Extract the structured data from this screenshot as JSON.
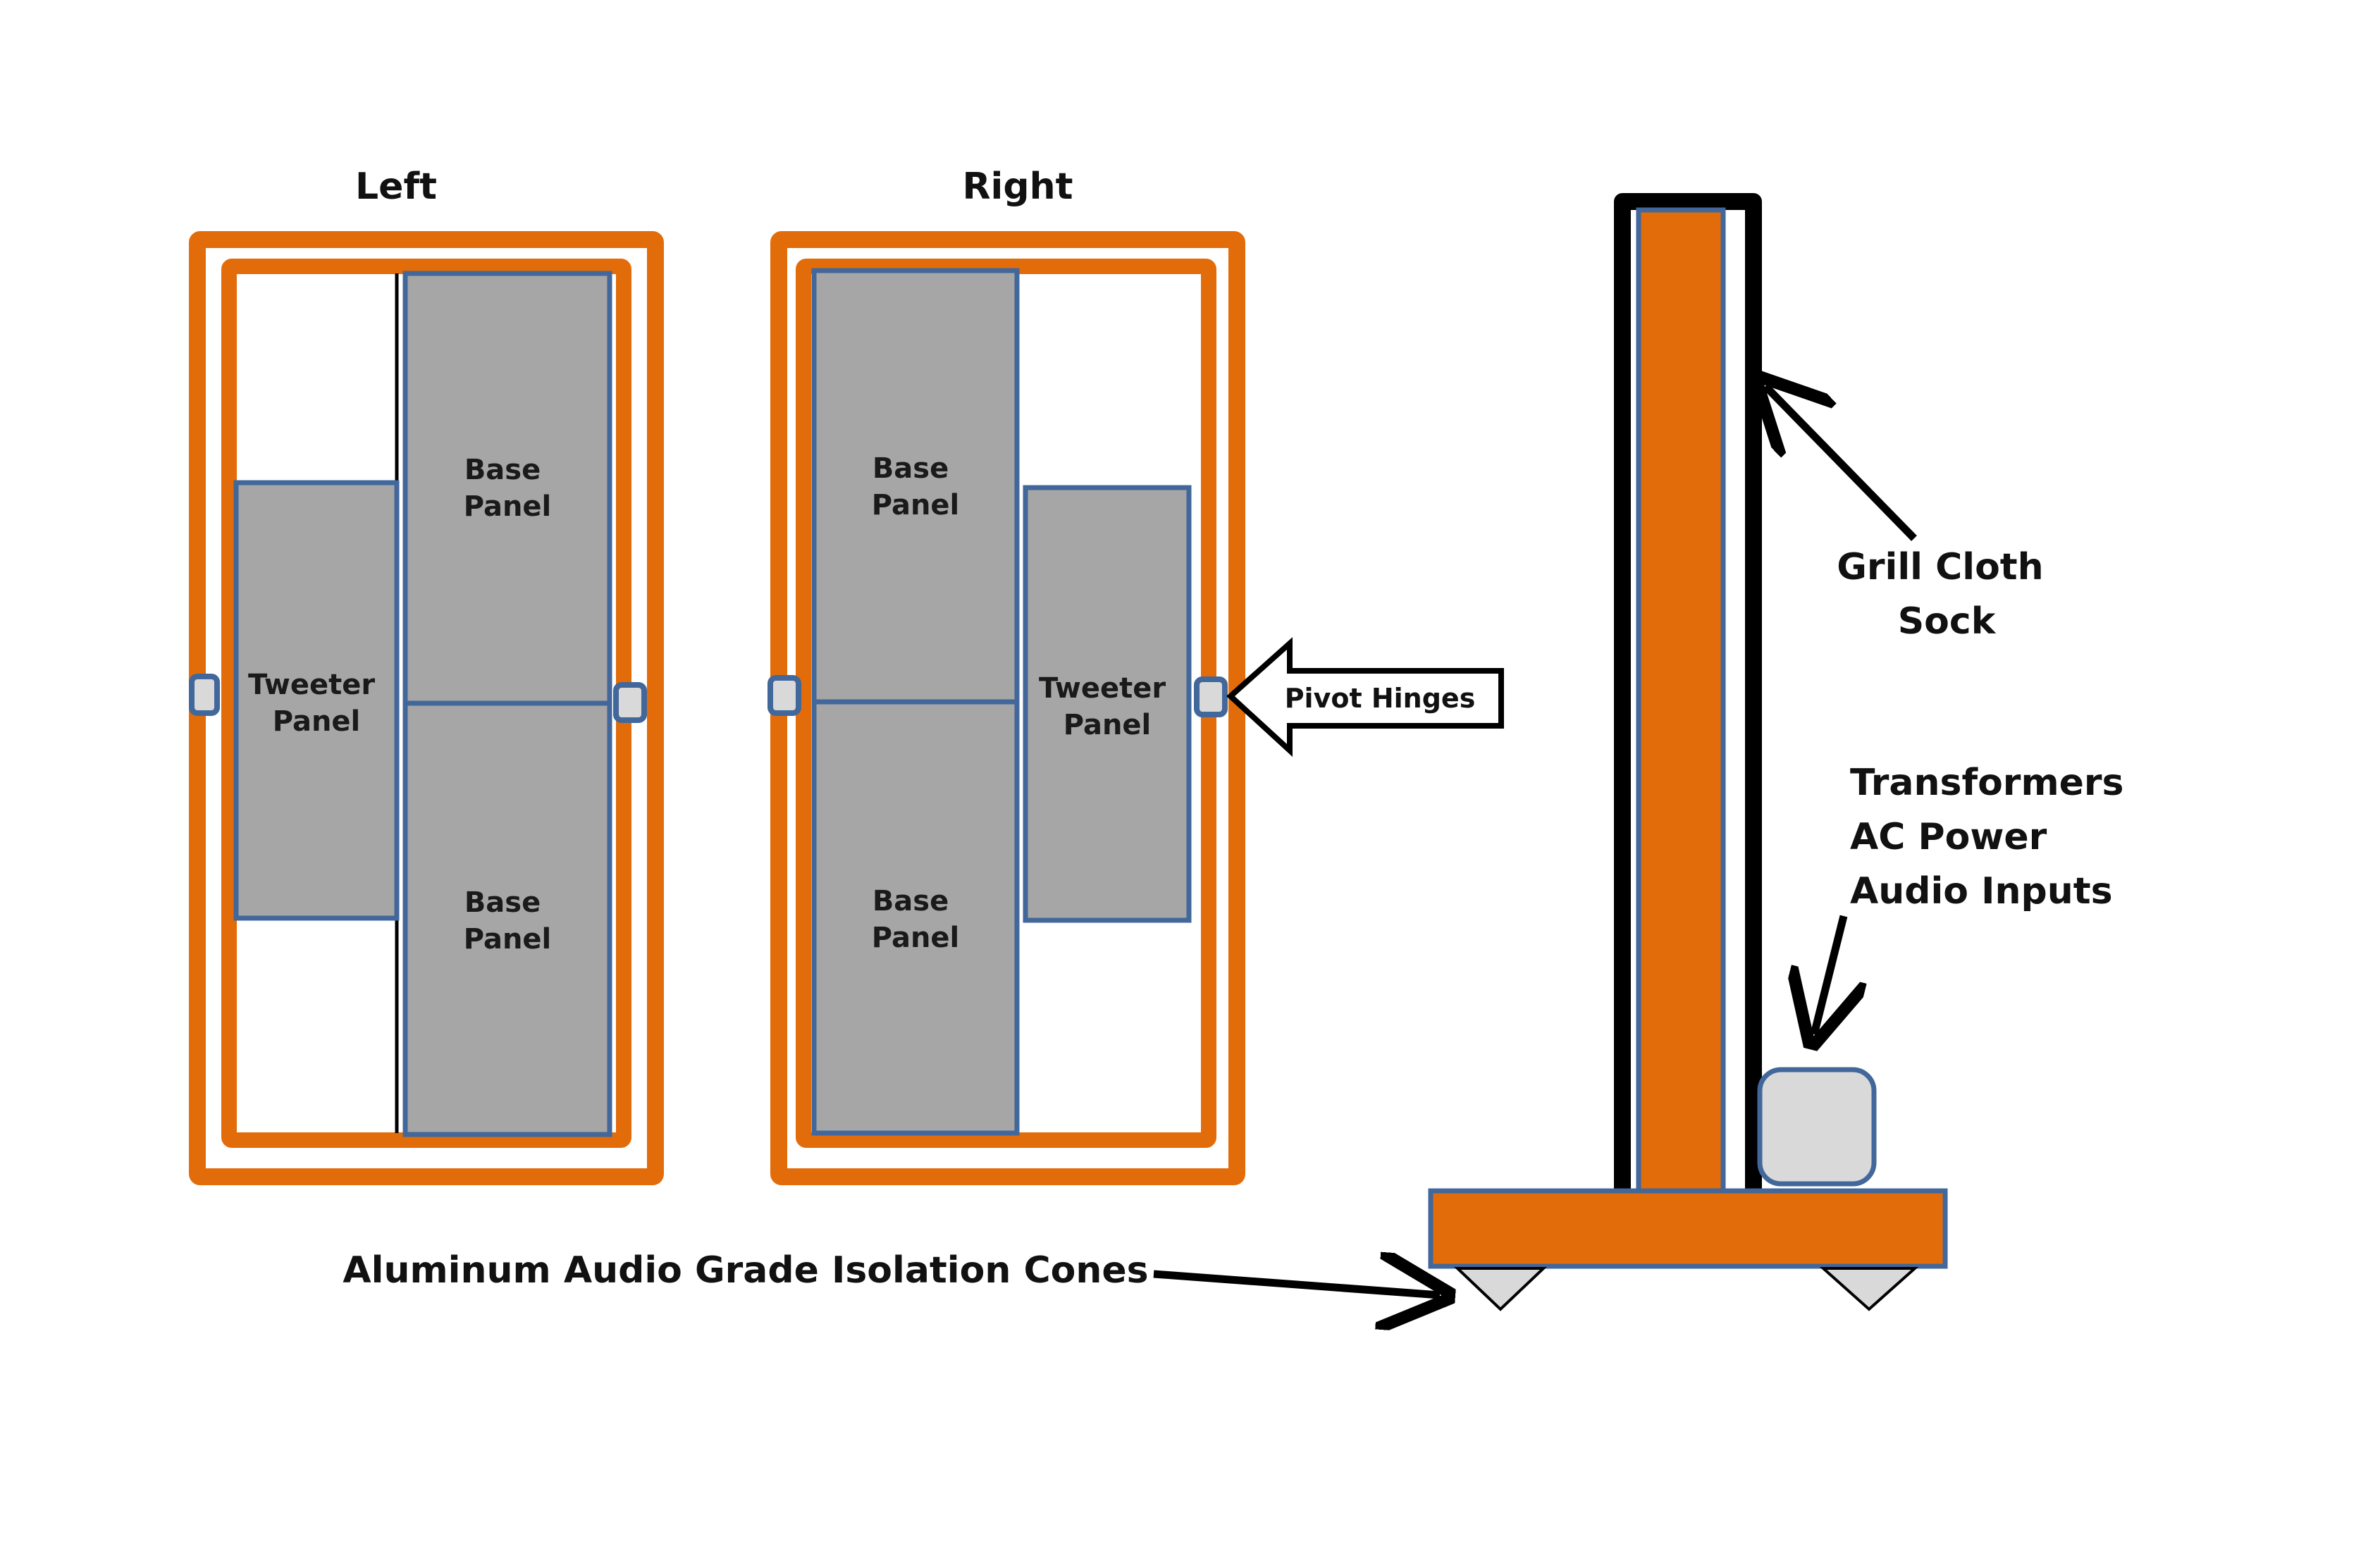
{
  "colors": {
    "frame": "#E36C0A",
    "panel_fill": "#A6A6A6",
    "panel_stroke": "#41679B",
    "hinge_fill": "#D9D9D9",
    "sock": "#000000",
    "background": "#FFFFFF"
  },
  "left_view": {
    "title": "Left",
    "tweeter": [
      "Tweeter",
      "Panel"
    ],
    "base_top": [
      "Base",
      "Panel"
    ],
    "base_bottom": [
      "Base",
      "Panel"
    ]
  },
  "right_view": {
    "title": "Right",
    "tweeter": [
      "Tweeter",
      "Panel"
    ],
    "base_top": [
      "Base",
      "Panel"
    ],
    "base_bottom": [
      "Base",
      "Panel"
    ]
  },
  "callouts": {
    "pivot_hinges": "Pivot Hinges",
    "grill_cloth": [
      "Grill Cloth",
      "Sock"
    ],
    "electronics": [
      "Transformers",
      "AC Power",
      "Audio Inputs"
    ],
    "cones": "Aluminum Audio Grade Isolation Cones"
  }
}
